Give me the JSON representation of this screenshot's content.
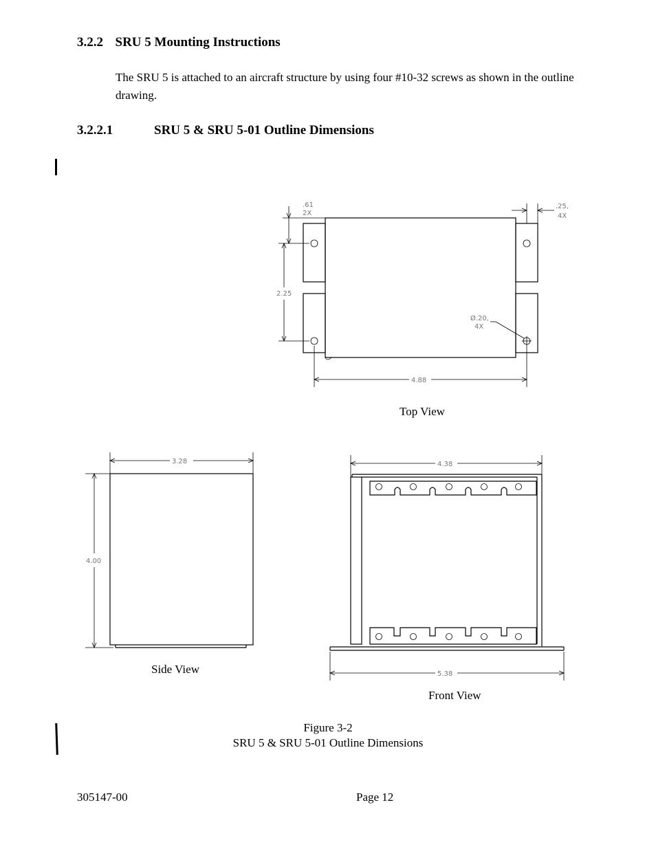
{
  "section": {
    "number": "3.2.2",
    "title": "SRU 5 Mounting Instructions",
    "body": "The SRU 5 is attached to an aircraft structure by using four #10-32 screws as shown in the outline drawing."
  },
  "subsection": {
    "number": "3.2.2.1",
    "title": "SRU 5 & SRU 5-01 Outline Dimensions"
  },
  "top_view": {
    "caption": "Top View",
    "dim_flange": ".61",
    "dim_flange_qty": "2X",
    "dim_slot": ".25,",
    "dim_slot_qty": "4X",
    "dim_spacing": "2.25",
    "dim_hole": "Ø.20,",
    "dim_hole_qty": "4X",
    "dim_width": "4.88"
  },
  "side_view": {
    "caption": "Side View",
    "dim_width": "3.28",
    "dim_height": "4.00"
  },
  "front_view": {
    "caption": "Front View",
    "dim_top": "4.38",
    "dim_bottom": "5.38"
  },
  "figure": {
    "number": "Figure 3-2",
    "title": "SRU 5 & SRU 5-01 Outline Dimensions"
  },
  "footer": {
    "doc_number": "305147-00",
    "page": "Page 12"
  }
}
